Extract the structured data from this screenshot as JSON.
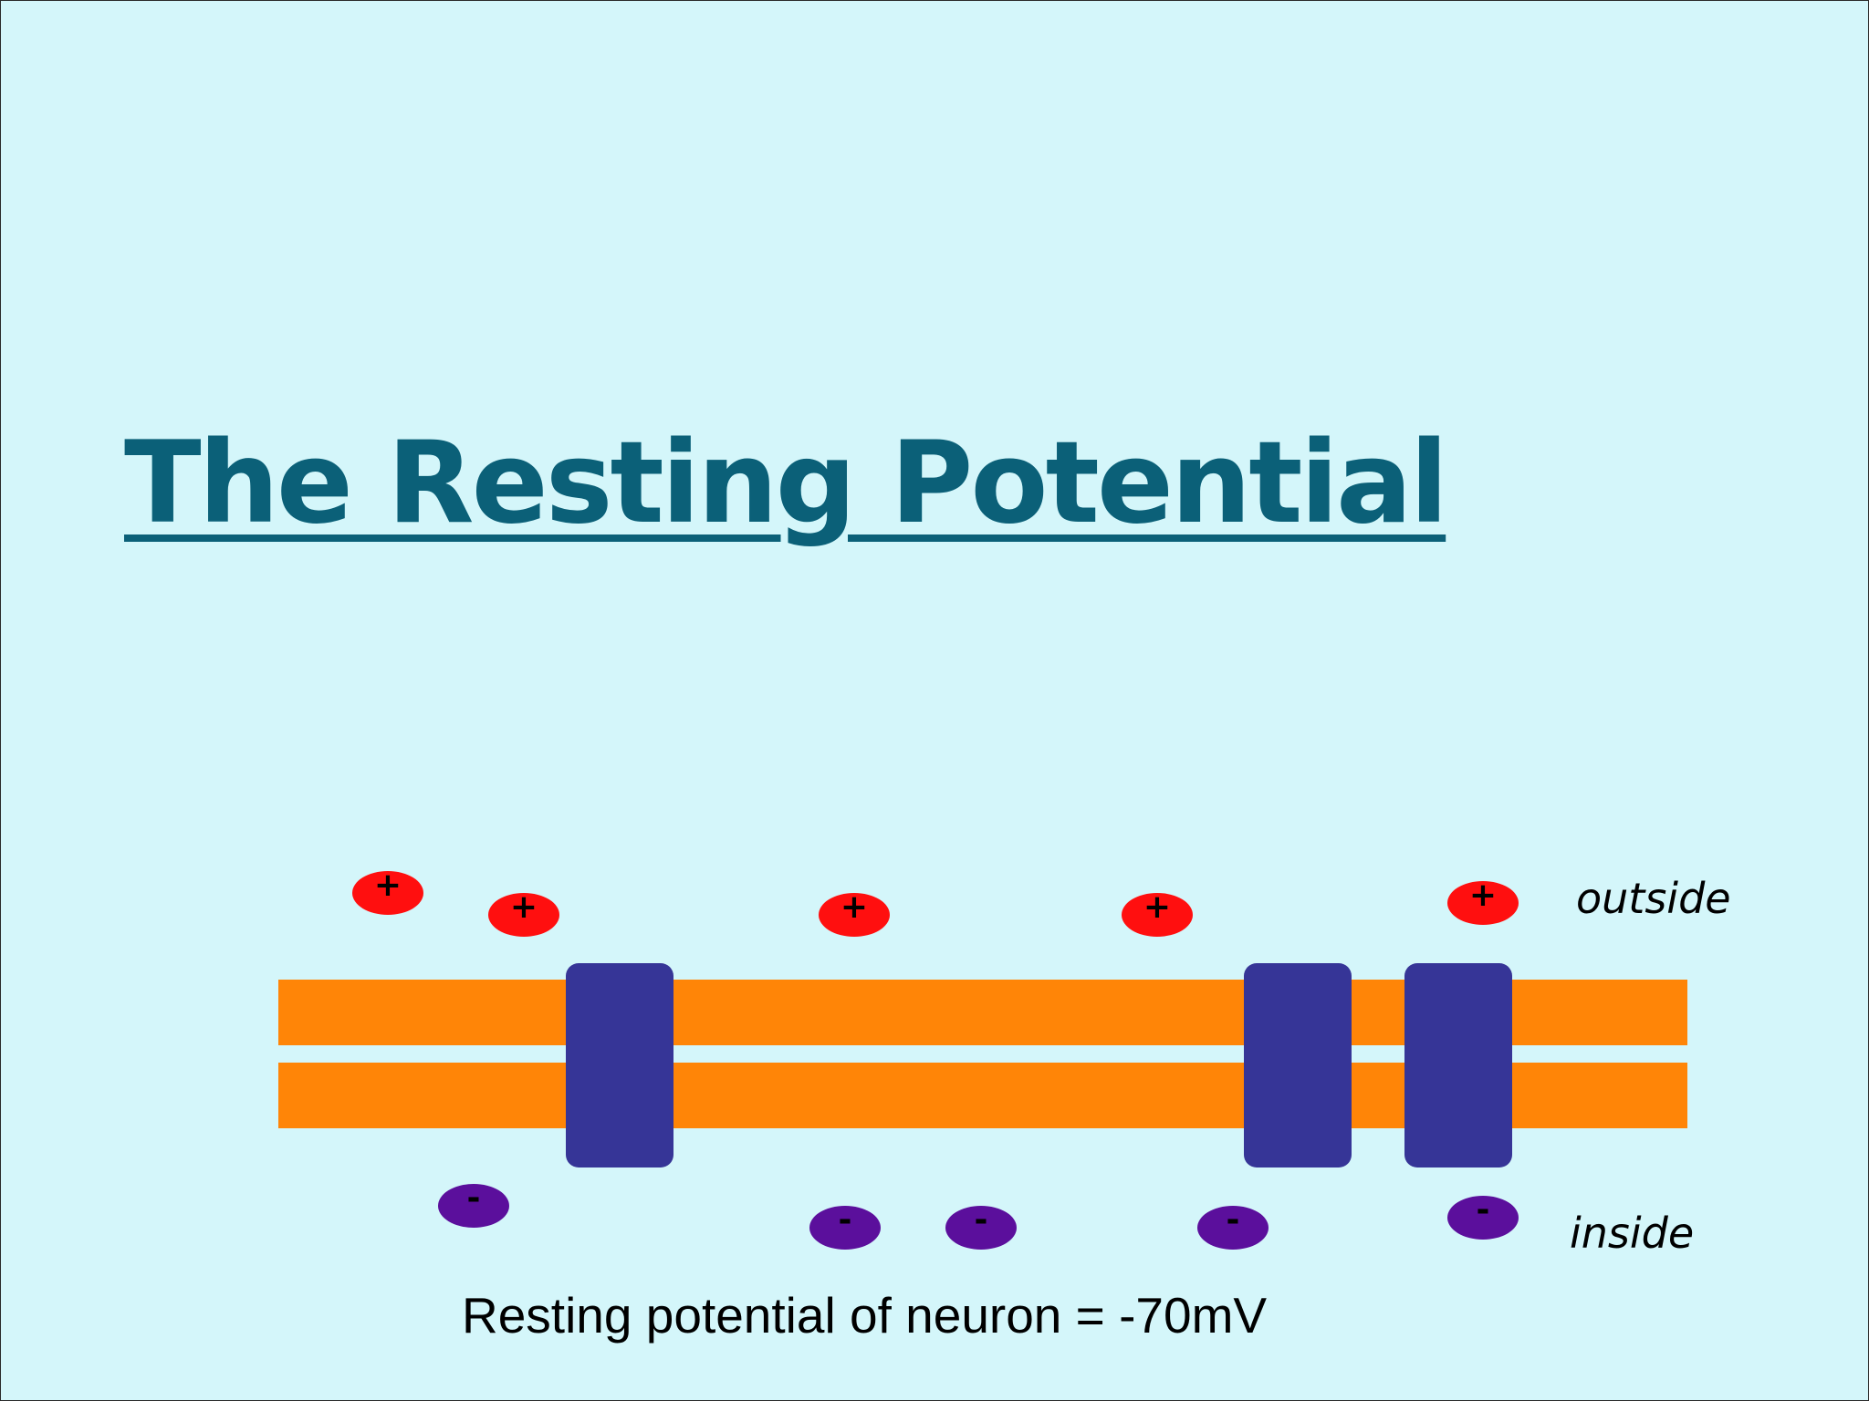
{
  "slide": {
    "title": "The Resting Potential",
    "caption": "Resting potential of neuron = -70mV"
  },
  "labels": {
    "outside": "outside",
    "inside": "inside"
  },
  "ions": {
    "positive_symbol": "+",
    "negative_symbol": "-"
  },
  "colors": {
    "background": "#d4f6fa",
    "title": "#0b6078",
    "membrane": "#ff8507",
    "channel": "#363597",
    "positive_ion": "#ff0f0f",
    "negative_ion": "#5b0f9c"
  }
}
